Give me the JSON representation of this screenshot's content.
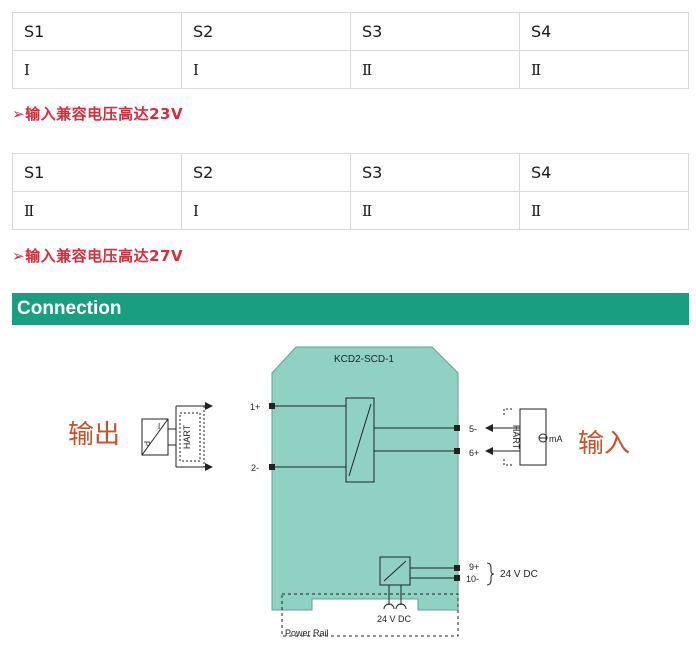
{
  "table1": {
    "headers": [
      "S1",
      "S2",
      "S3",
      "S4"
    ],
    "values": [
      "Ⅰ",
      "Ⅰ",
      "Ⅱ",
      "Ⅱ"
    ]
  },
  "note1": "➢输入兼容电压高达23V",
  "table2": {
    "headers": [
      "S1",
      "S2",
      "S3",
      "S4"
    ],
    "values": [
      "Ⅱ",
      "Ⅰ",
      "Ⅱ",
      "Ⅱ"
    ]
  },
  "note2": "➢输入兼容电压高达27V",
  "section_title": "Connection",
  "diagram": {
    "model": "KCD2-SCD-1",
    "output_label": "输出",
    "input_label": "输入",
    "terminal_1": "1+",
    "terminal_2": "2-",
    "terminal_5": "5-",
    "terminal_6": "6+",
    "terminal_9": "9+",
    "terminal_10": "10-",
    "supply": "24 V DC",
    "bottom_supply": "24 V DC",
    "power_rail": "Power Rail",
    "hart": "HART",
    "ma": "mA",
    "p_label": "P",
    "i_label": "I",
    "colors": {
      "module": "#8fd2c4",
      "module_stroke": "#5aa597",
      "accent_text": "#c8522a",
      "header": "#1a9e82",
      "note": "#d92b3a"
    }
  }
}
